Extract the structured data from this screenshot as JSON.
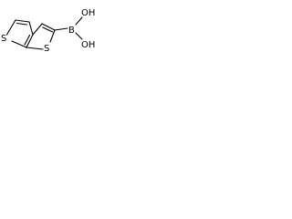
{
  "molecule": {
    "atoms": {
      "sulfur_left": "S",
      "sulfur_right": "S",
      "boron": "B",
      "oh_top": "OH",
      "oh_bottom": "OH"
    }
  }
}
